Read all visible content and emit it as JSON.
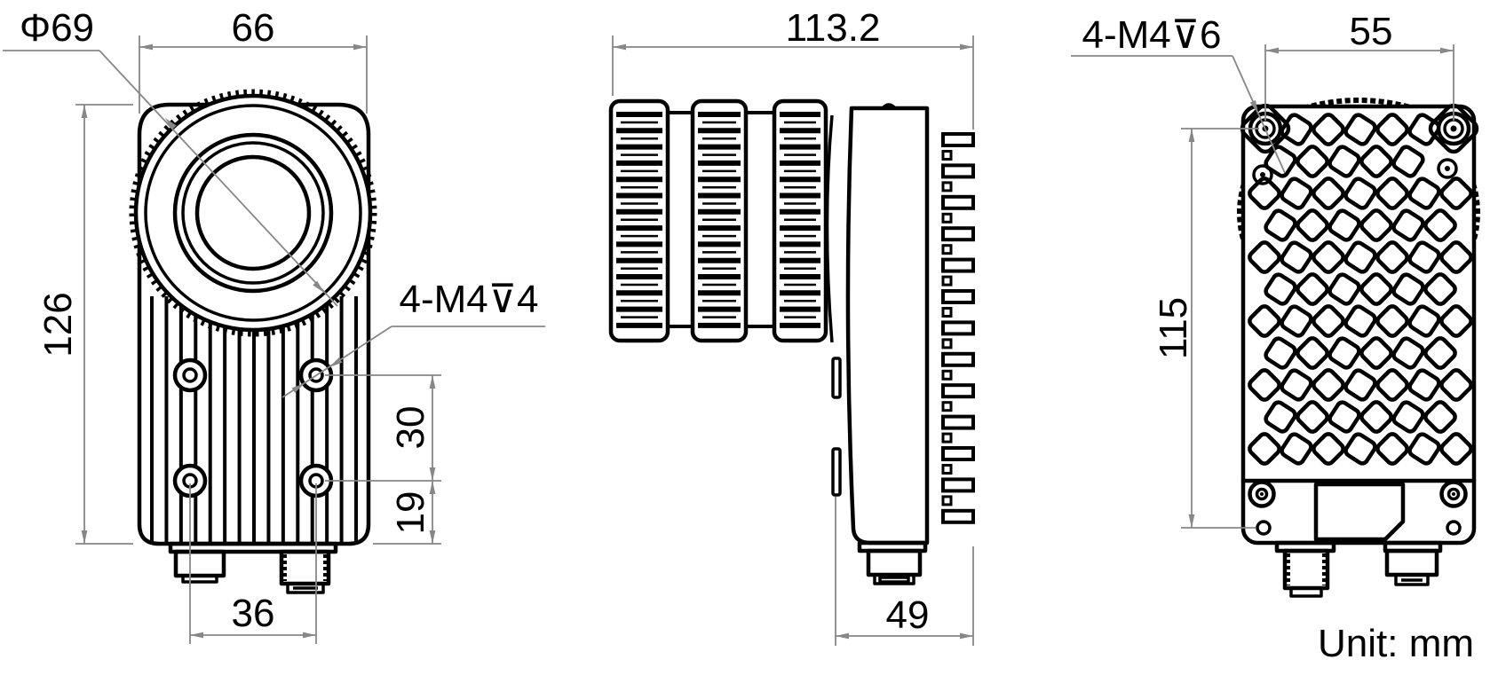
{
  "drawing": {
    "unit_label": "Unit: mm",
    "front": {
      "lens_diameter": "Φ69",
      "width": "66",
      "height": "126",
      "thread_callout": "4-M4⊽4",
      "hole_row_spacing": "30",
      "hole_bottom_offset": "19",
      "hole_col_spacing": "36"
    },
    "side": {
      "total_depth": "113.2",
      "body_depth": "49"
    },
    "back": {
      "thread_callout": "4-M4⊽6",
      "screw_spacing_width": "55",
      "screw_spacing_height": "115"
    }
  }
}
